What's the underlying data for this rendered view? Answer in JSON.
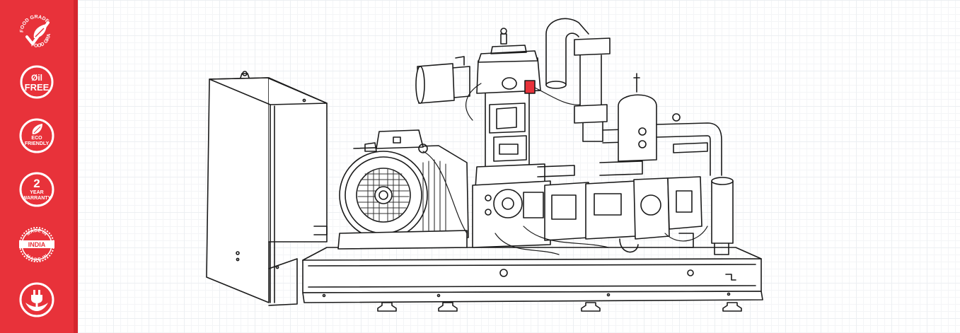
{
  "sidebar": {
    "accent_color": "#e8323a",
    "badges": [
      {
        "icon": "food-grade-leaf-icon",
        "ring_top": "FOOD GRADE",
        "ring_bottom": "FOOD GRADE"
      },
      {
        "icon": "oil-free-icon",
        "line1": "Øil",
        "line2": "FREE"
      },
      {
        "icon": "eco-friendly-leaf-icon",
        "line1": "ECO",
        "line2": "FRIENDLY"
      },
      {
        "icon": "warranty-icon",
        "number": "2",
        "line1": "YEAR",
        "line2": "WARRANTY"
      },
      {
        "icon": "made-in-india-seal-icon",
        "ring_top": "MADE IN",
        "ribbon": "INDIA",
        "ring_bottom": "MADE IN"
      },
      {
        "icon": "plug-in-hands-icon"
      }
    ]
  },
  "illustration": {
    "icon": "oil-free-compressor-line-drawing",
    "line_color": "#1a1a1a",
    "highlight_color": "#e8323a"
  }
}
